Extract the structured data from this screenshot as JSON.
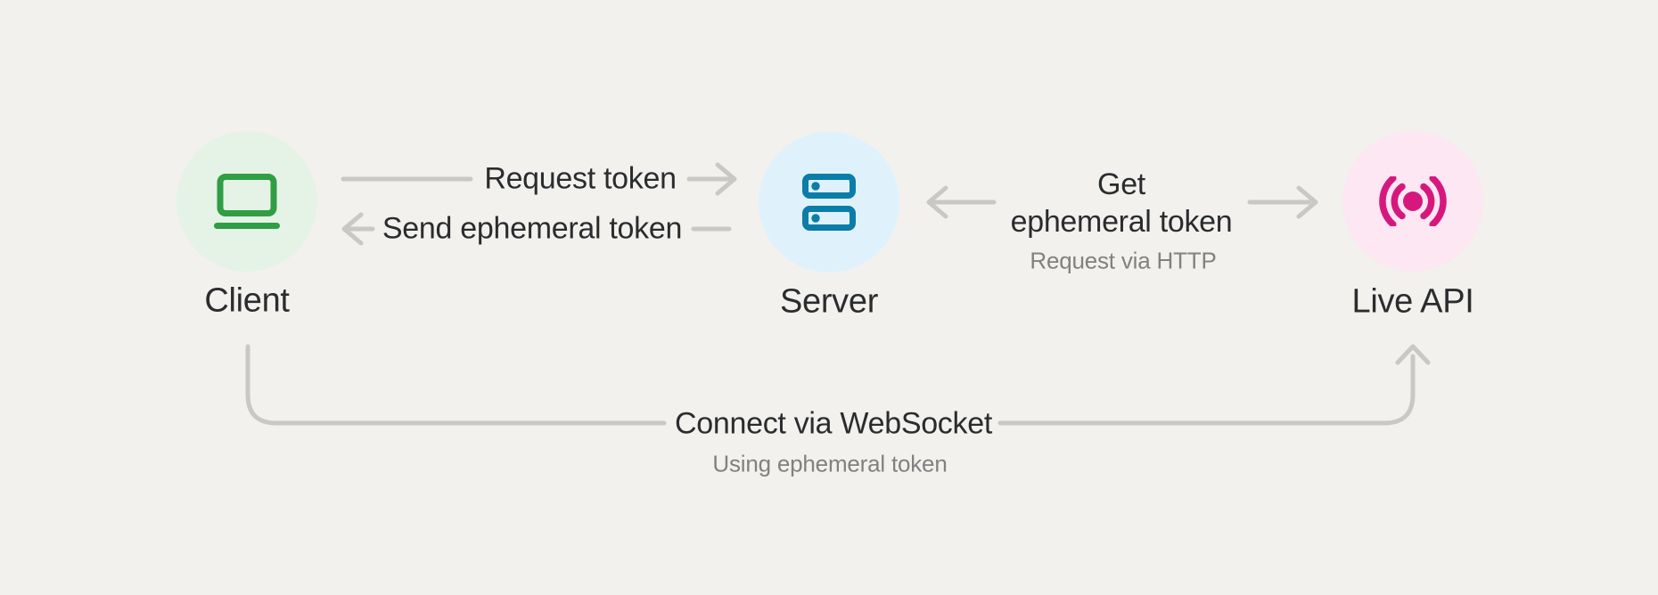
{
  "diagram": {
    "nodes": {
      "client": {
        "label": "Client",
        "icon": "laptop-icon"
      },
      "server": {
        "label": "Server",
        "icon": "server-stack-icon"
      },
      "live_api": {
        "label": "Live API",
        "icon": "live-broadcast-icon"
      }
    },
    "edges": {
      "request_token": {
        "from": "client",
        "to": "server",
        "label": "Request token"
      },
      "send_ephemeral_token": {
        "from": "server",
        "to": "client",
        "label": "Send ephemeral token"
      },
      "get_ephemeral_token": {
        "from": "server",
        "to": "live_api",
        "bidirectional": true,
        "label_line1": "Get",
        "label_line2": "ephemeral token",
        "sublabel": "Request via HTTP"
      },
      "connect_websocket": {
        "from": "client",
        "to": "live_api",
        "label": "Connect via WebSocket",
        "sublabel": "Using ephemeral token"
      }
    }
  },
  "colors": {
    "page_bg": "#F2F1EE",
    "line_gray": "#C9C8C6",
    "text_dark": "#2B2C2E",
    "text_gray": "#818181",
    "client_green": "#2F9E44",
    "client_circle_bg": "#E5F3E6",
    "server_blue": "#0A7DA8",
    "server_circle_bg": "#DFF2FC",
    "live_pink": "#D6187E",
    "live_circle_bg": "#FCE7F2"
  }
}
